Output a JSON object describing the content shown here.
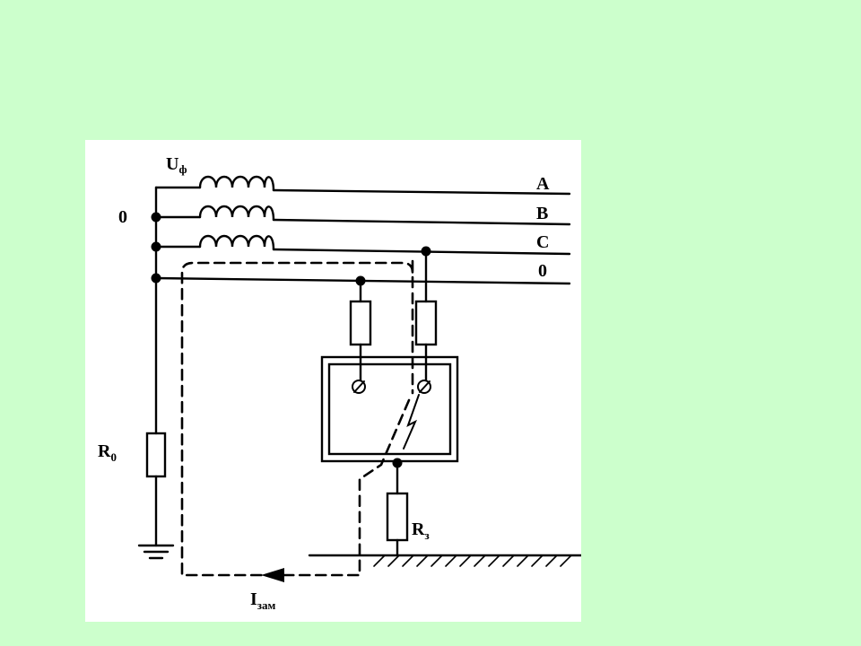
{
  "diagram": {
    "phase_voltage_label": "U",
    "phase_voltage_sub": "ф",
    "neutral_point_label": "0",
    "lines": [
      "A",
      "B",
      "C",
      "0"
    ],
    "r0_label": "R",
    "r0_sub": "0",
    "rz_label": "R",
    "rz_sub": "з",
    "current_label": "I",
    "current_sub": "зам"
  },
  "colors": {
    "background": "#ccffcc",
    "panel": "#ffffff",
    "ink": "#000000"
  }
}
